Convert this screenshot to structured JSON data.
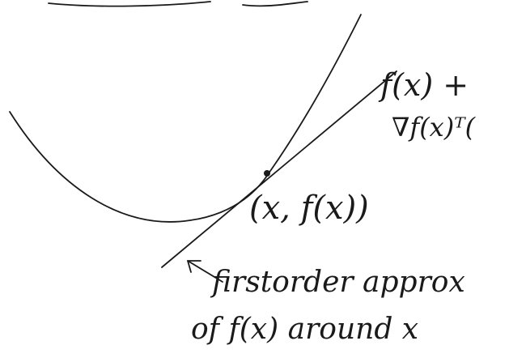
{
  "diagram": {
    "tangent_label_line1": "f(x) +",
    "tangent_label_line2": "∇f(x)ᵀ(",
    "point_label": "(x, f(x))",
    "annotation_line1": "firstorder approx",
    "annotation_line2": "of f(x) around x",
    "ink_color": "#1a1a1a"
  }
}
